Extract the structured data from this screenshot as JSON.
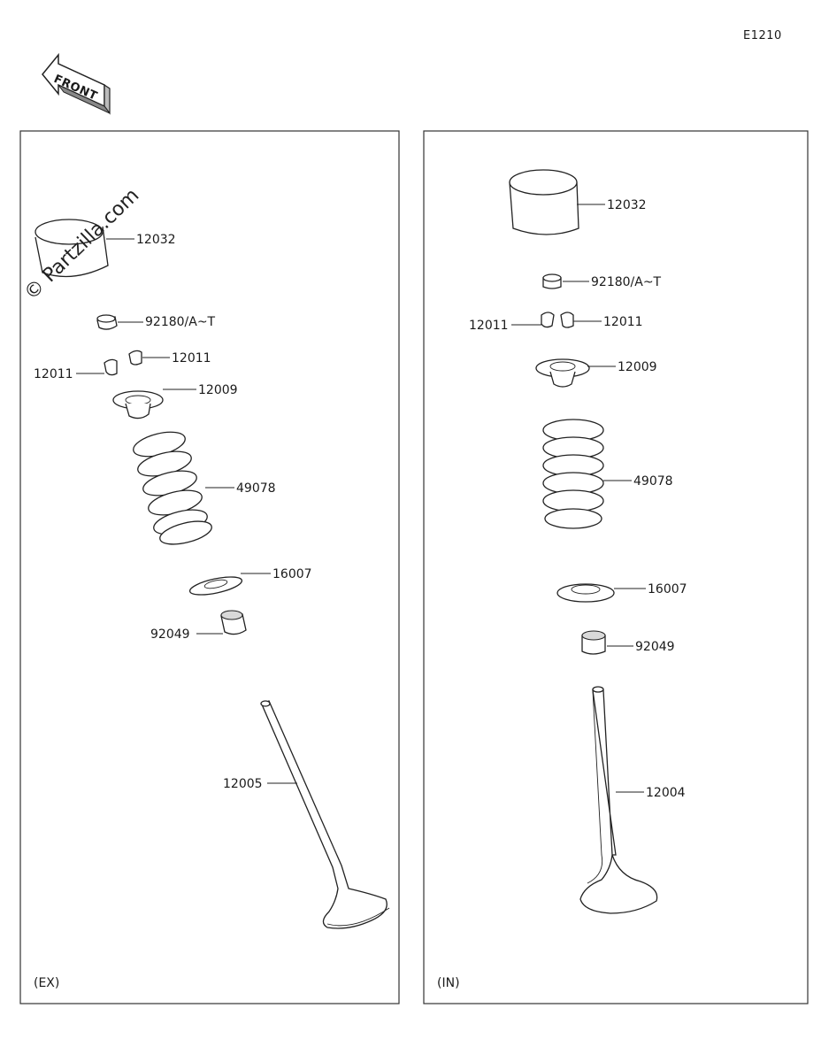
{
  "diagram_code": "E1210",
  "front_arrow_text": "FRONT",
  "watermark": "© Partzilla.com",
  "panels": {
    "exhaust": {
      "tag": "(EX)",
      "labels": {
        "p12032": "12032",
        "p92180": "92180/A~T",
        "p12011_right": "12011",
        "p12011_left": "12011",
        "p12009": "12009",
        "p49078": "49078",
        "p16007": "16007",
        "p92049": "92049",
        "p12005": "12005"
      }
    },
    "intake": {
      "tag": "(IN)",
      "labels": {
        "p12032": "12032",
        "p92180": "92180/A~T",
        "p12011_left": "12011",
        "p12011_right": "12011",
        "p12009": "12009",
        "p49078": "49078",
        "p16007": "16007",
        "p92049": "92049",
        "p12004": "12004"
      }
    }
  }
}
